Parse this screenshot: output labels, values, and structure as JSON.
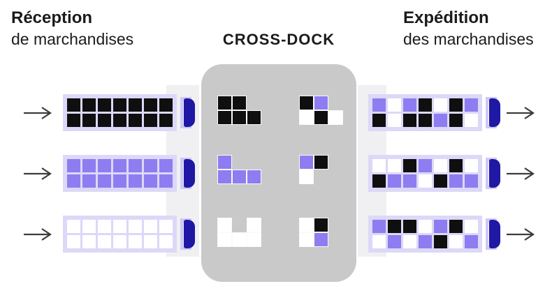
{
  "header": {
    "left_title": "Réception",
    "left_subtitle": "de marchandises",
    "center_title": "CROSS-DOCK",
    "right_title": "Expédition",
    "right_subtitle": "des marchandises"
  },
  "colors": {
    "cargo_black": "#0f0f0f",
    "cargo_purple": "#8d7df0",
    "cargo_white": "#ffffff",
    "trailer_body": "#dcd8f8",
    "cab_bracket": "#cfc9f6",
    "cab_pill": "#1f18a4",
    "dock_building": "#c9c9c9",
    "dock_apron": "#f0f0f2",
    "arrow": "#3c3c3c",
    "text": "#1b1b1b",
    "background": "#ffffff"
  },
  "inbound_trucks": [
    {
      "cargo": "black",
      "rows": [
        [
          "black",
          "black",
          "black",
          "black",
          "black",
          "black",
          "black"
        ],
        [
          "black",
          "black",
          "black",
          "black",
          "black",
          "black",
          "black"
        ]
      ]
    },
    {
      "cargo": "purple",
      "rows": [
        [
          "purple",
          "purple",
          "purple",
          "purple",
          "purple",
          "purple",
          "purple"
        ],
        [
          "purple",
          "purple",
          "purple",
          "purple",
          "purple",
          "purple",
          "purple"
        ]
      ]
    },
    {
      "cargo": "white",
      "rows": [
        [
          "white",
          "white",
          "white",
          "white",
          "white",
          "white",
          "white"
        ],
        [
          "white",
          "white",
          "white",
          "white",
          "white",
          "white",
          "white"
        ]
      ]
    }
  ],
  "crossdock": {
    "clusters": [
      {
        "position": "top-left",
        "rows": [
          [
            "black",
            "black",
            null
          ],
          [
            "black",
            "black",
            "black"
          ]
        ]
      },
      {
        "position": "top-right",
        "rows": [
          [
            "black",
            "purple",
            null
          ],
          [
            "white",
            "black",
            "white"
          ]
        ]
      },
      {
        "position": "middle-left",
        "rows": [
          [
            "purple",
            null,
            null
          ],
          [
            "purple",
            "purple",
            "purple"
          ]
        ]
      },
      {
        "position": "middle-right",
        "rows": [
          [
            "purple",
            "black",
            null
          ],
          [
            "white",
            null,
            null
          ]
        ]
      },
      {
        "position": "bottom-left",
        "rows": [
          [
            "white",
            null,
            "white"
          ],
          [
            "white",
            "white",
            "white"
          ]
        ]
      },
      {
        "position": "bottom-right",
        "rows": [
          [
            "white",
            "black",
            null
          ],
          [
            "white",
            "purple",
            null
          ]
        ]
      }
    ]
  },
  "outbound_trucks": [
    {
      "cargo": "mixed",
      "rows": [
        [
          "purple",
          "white",
          "purple",
          "black",
          "white",
          "black",
          "purple"
        ],
        [
          "black",
          "white",
          "black",
          "black",
          "purple",
          "black",
          "white"
        ]
      ]
    },
    {
      "cargo": "mixed",
      "rows": [
        [
          "white",
          "white",
          "black",
          "purple",
          "white",
          "black",
          "white"
        ],
        [
          "black",
          "purple",
          "purple",
          "white",
          "black",
          "purple",
          "purple"
        ]
      ]
    },
    {
      "cargo": "mixed",
      "rows": [
        [
          "purple",
          "black",
          "black",
          "white",
          "purple",
          "black",
          "white"
        ],
        [
          "white",
          "purple",
          "white",
          "purple",
          "black",
          "white",
          "purple"
        ]
      ]
    }
  ]
}
